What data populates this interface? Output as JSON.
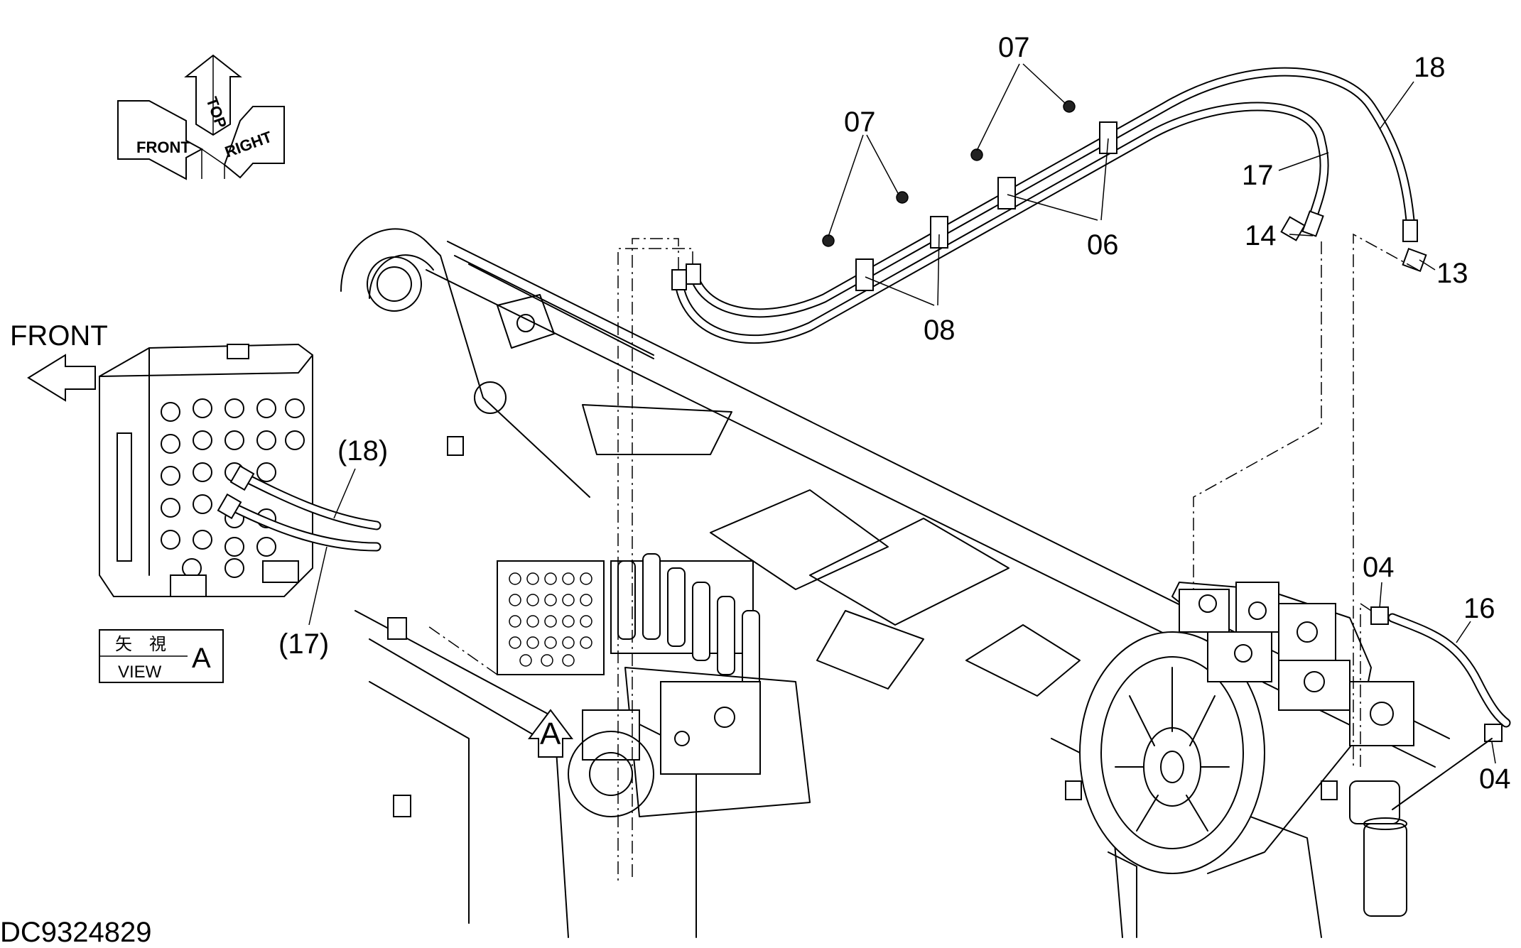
{
  "drawing_id": "DC9324829",
  "orientation": {
    "top": "TOP",
    "front": "FRONT",
    "right": "RIGHT"
  },
  "front_label": "FRONT",
  "view": {
    "kanji": "矢　視",
    "label": "VIEW",
    "letter": "A"
  },
  "view_marker": "A",
  "callouts": {
    "c07a": "07",
    "c07b": "07",
    "c18": "18",
    "c17": "17",
    "c14": "14",
    "c13": "13",
    "c06": "06",
    "c08": "08",
    "c18p": "(18)",
    "c17p": "(17)",
    "c04a": "04",
    "c16": "16",
    "c04b": "04"
  }
}
